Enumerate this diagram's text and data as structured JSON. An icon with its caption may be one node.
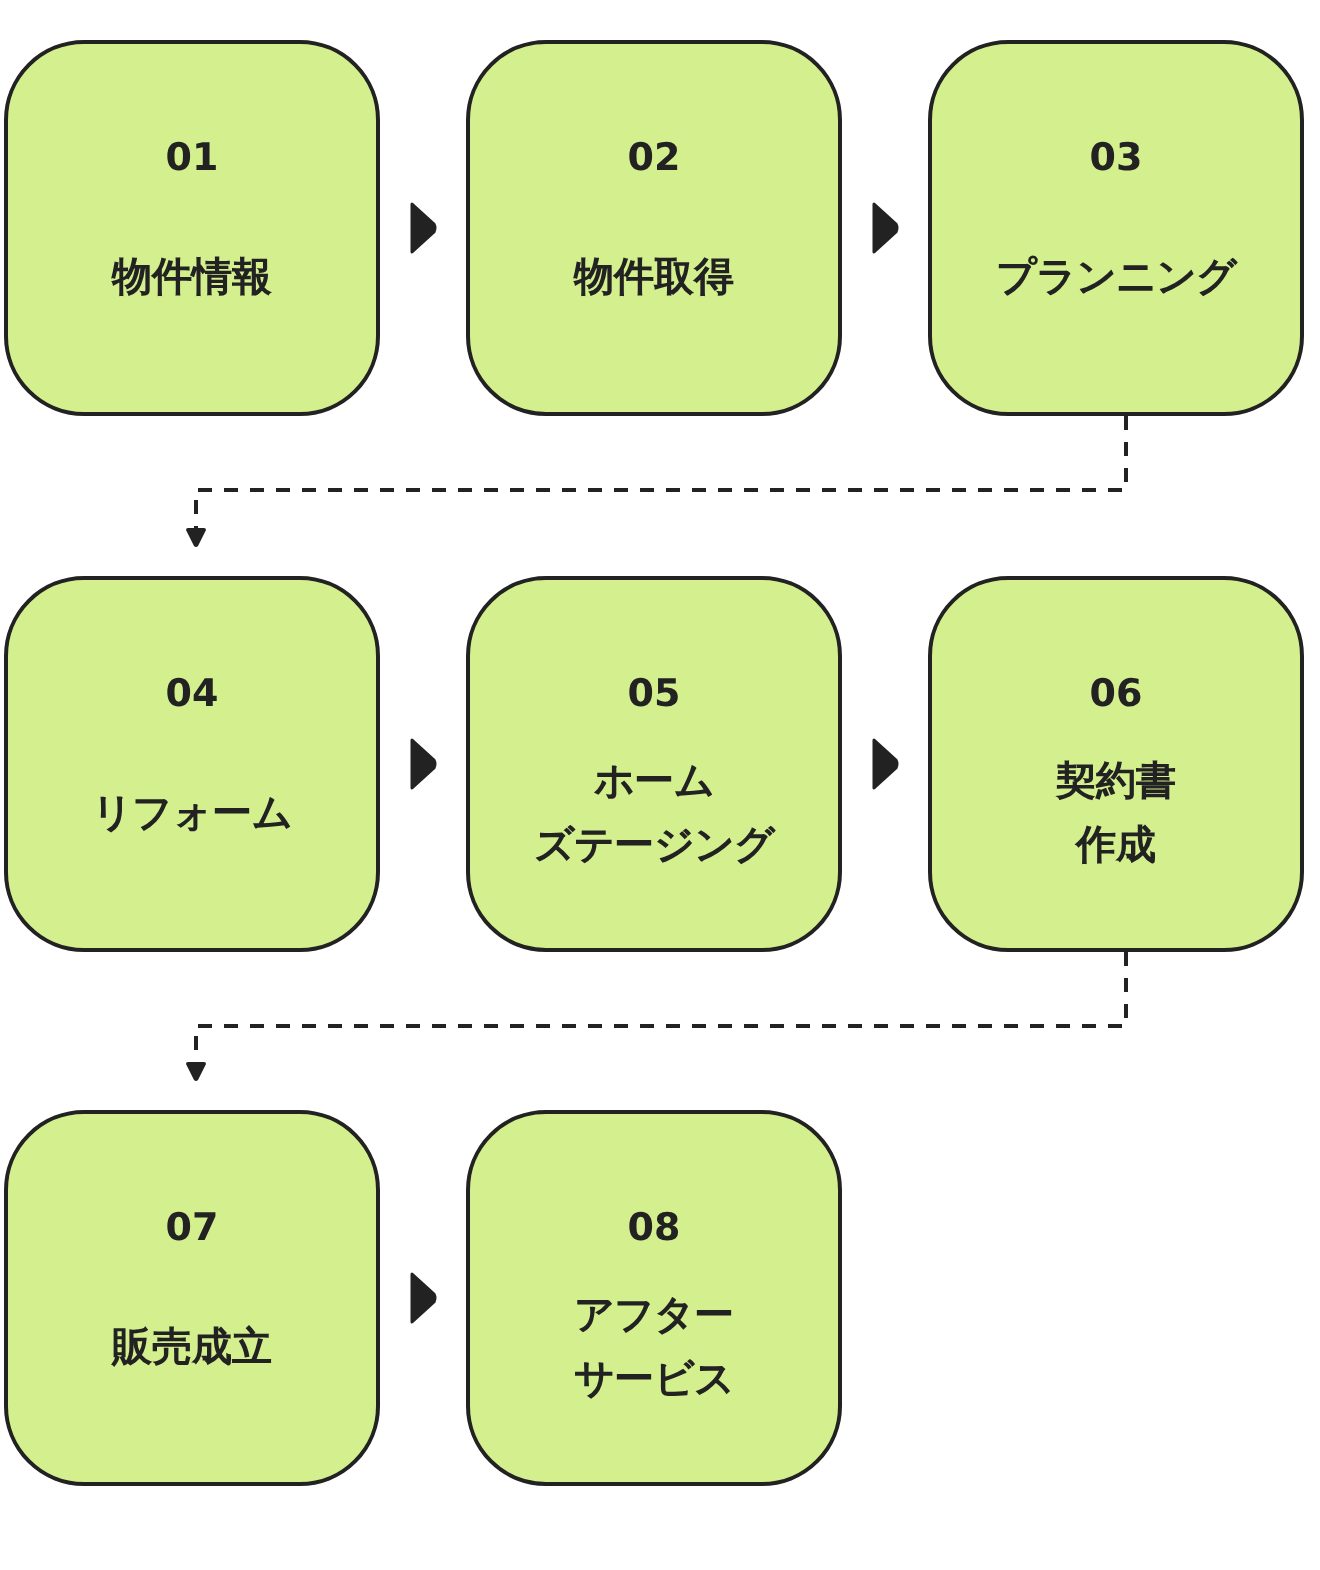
{
  "diagram": {
    "nodes": [
      {
        "text": [
          "01",
          "物件情報"
        ]
      },
      {
        "text": [
          "02",
          "物件取得"
        ]
      },
      {
        "text": [
          "03",
          "プランニング"
        ]
      },
      {
        "text": [
          "04",
          "リフォーム"
        ]
      },
      {
        "text": [
          "05",
          "ホームズテージング"
        ]
      },
      {
        "text": [
          "06",
          "契約書作成"
        ]
      },
      {
        "text": [
          "07",
          "販売成立"
        ]
      },
      {
        "text": [
          "08",
          "アフターサービス"
        ]
      }
    ],
    "edges": [
      {
        "from": 0,
        "to": 1,
        "arrow": "to"
      },
      {
        "from": 1,
        "to": 2,
        "arrow": "to"
      },
      {
        "from": 2,
        "to": 3,
        "arrow": "to",
        "style": "dashed"
      },
      {
        "from": 3,
        "to": 4,
        "arrow": "to"
      },
      {
        "from": 4,
        "to": 5,
        "arrow": "to"
      },
      {
        "from": 5,
        "to": 6,
        "arrow": "to",
        "style": "dashed"
      },
      {
        "from": 6,
        "to": 7,
        "arrow": "to"
      }
    ]
  }
}
